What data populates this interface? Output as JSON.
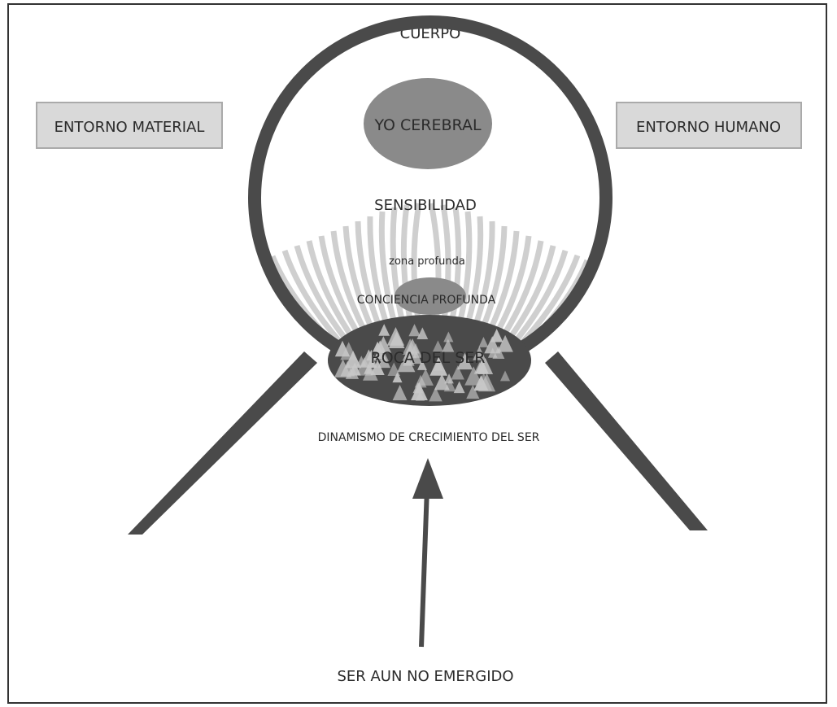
{
  "diagram": {
    "title_top": "CUERPO",
    "box_left": "ENTORNO MATERIAL",
    "box_right": "ENTORNO HUMANO",
    "yo_cerebral": "YO CEREBRAL",
    "sensibilidad": "SENSIBILIDAD",
    "zona_profunda": "zona profunda",
    "conciencia_profunda": "CONCIENCIA PROFUNDA",
    "roca_del_ser": "ROCA DEL SER",
    "dinamismo": "DINAMISMO DE CRECIMIENTO DEL SER",
    "ser_no_emergido": "SER AUN NO EMERGIDO"
  },
  "colors": {
    "dark": "#4a4a4a",
    "ellipse_gray": "#8a8a8a",
    "box_fill": "#d9d9d9",
    "strands": "#cfcfcf",
    "triangles": "#c8c8c8"
  }
}
